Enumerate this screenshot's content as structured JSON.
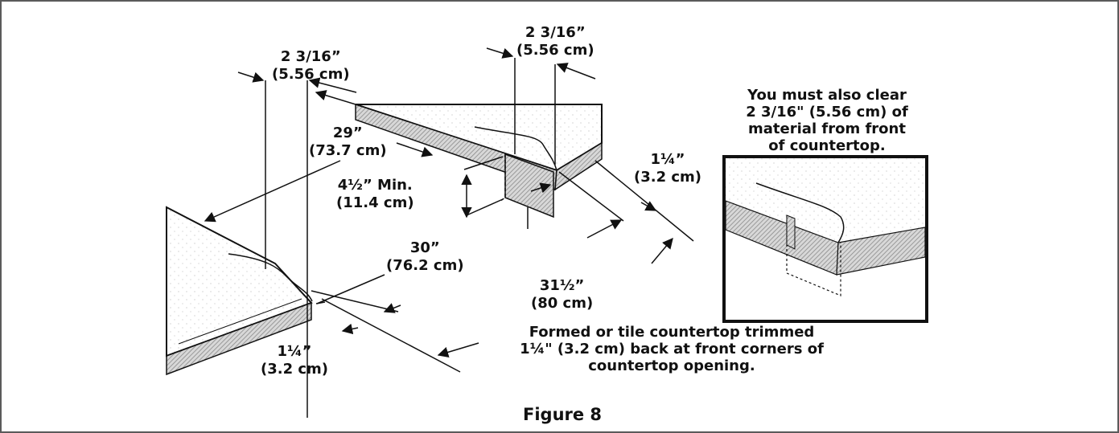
{
  "dimensions": {
    "top_right_width": {
      "imperial": "2 3/16”",
      "metric": "(5.56 cm)"
    },
    "top_left_width": {
      "imperial": "2 3/16”",
      "metric": "(5.56 cm)"
    },
    "depth_29": {
      "imperial": "29”",
      "metric": "(73.7 cm)"
    },
    "min_height": {
      "imperial": "4½” Min.",
      "metric": "(11.4 cm)"
    },
    "right_trim": {
      "imperial": "1¼”",
      "metric": "(3.2 cm)"
    },
    "opening_30": {
      "imperial": "30”",
      "metric": "(76.2 cm)"
    },
    "opening_31": {
      "imperial": "31½”",
      "metric": "(80 cm)"
    },
    "left_trim": {
      "imperial": "1¼”",
      "metric": "(3.2 cm)"
    }
  },
  "notes": {
    "clear_material": [
      "You must also clear",
      "2 3/16\" (5.56 cm) of",
      "material from front",
      "of countertop."
    ],
    "trimmed": [
      "Formed or tile countertop trimmed",
      "1¼\" (3.2 cm) back at front corners of",
      "countertop opening."
    ]
  },
  "figure_caption": "Figure 8",
  "colors": {
    "line": "#111111",
    "shade": "#bdbdbd",
    "frame": "#5a5a5a"
  }
}
